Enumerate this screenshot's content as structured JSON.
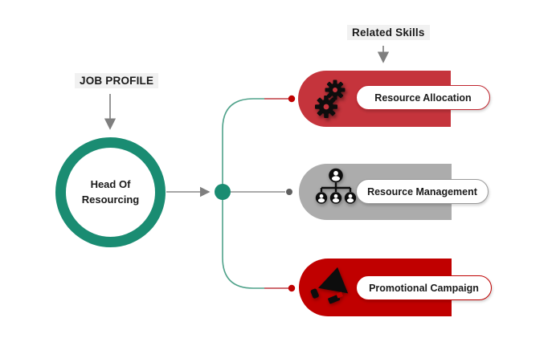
{
  "job_profile": {
    "label": "JOB PROFILE"
  },
  "related_skills": {
    "label": "Related Skills"
  },
  "profile_node": {
    "line1": "Head Of",
    "line2": "Resourcing"
  },
  "skills": [
    {
      "label": "Resource Allocation",
      "icon": "gears-icon",
      "fill": "#C5343C",
      "border": "#C0262F"
    },
    {
      "label": "Resource Management",
      "icon": "org-chart-icon",
      "fill": "#ACACAC",
      "border": "#9A9A9A"
    },
    {
      "label": "Promotional Campaign",
      "icon": "megaphone-icon",
      "fill": "#C00000",
      "border": "#C00000"
    }
  ],
  "colors": {
    "node_teal": "#1A8C72",
    "branch_teal": "#4FA28A",
    "connector_gray": "#8A8A8A",
    "endpoint_red": "#C00000",
    "endpoint_gray": "#5F5F5F",
    "label_background": "#F1F1F1",
    "icon_black": "#0D0D0D"
  }
}
